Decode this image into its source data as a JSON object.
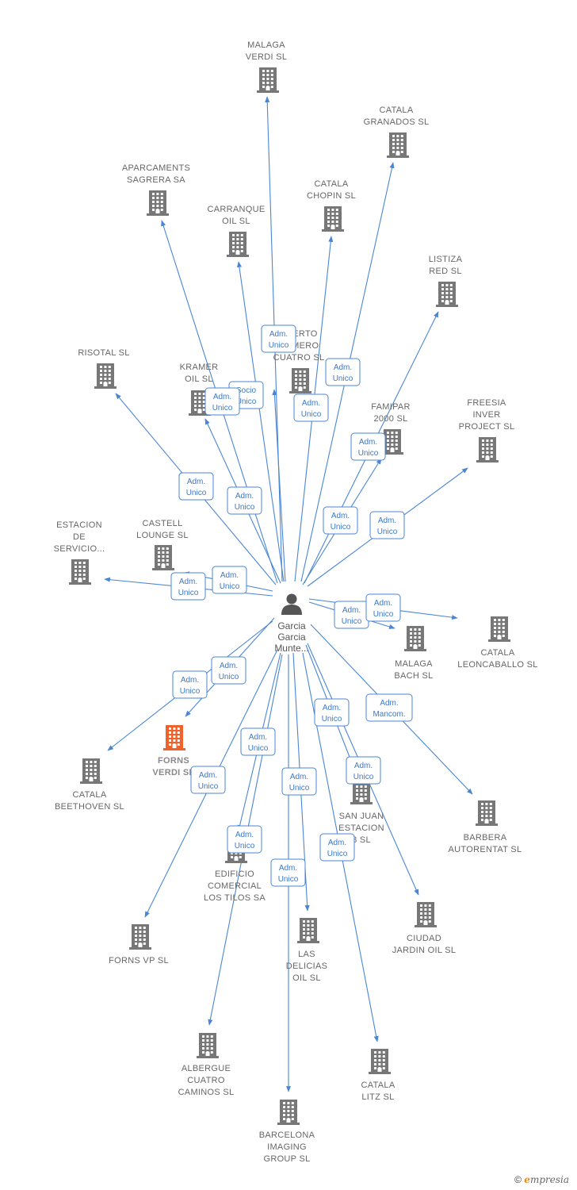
{
  "center": {
    "label_lines": [
      "Garcia",
      "Garcia",
      "Munte..."
    ]
  },
  "nodes": [
    {
      "id": "malaga-verdi",
      "label_lines": [
        "MALAGA",
        "VERDI SL"
      ],
      "highlight": false
    },
    {
      "id": "catala-granados",
      "label_lines": [
        "CATALA",
        "GRANADOS SL"
      ],
      "highlight": false
    },
    {
      "id": "aparcaments-sagrera",
      "label_lines": [
        "APARCAMENTS",
        "SAGRERA SA"
      ],
      "highlight": false
    },
    {
      "id": "catala-chopin",
      "label_lines": [
        "CATALA",
        "CHOPIN  SL"
      ],
      "highlight": false
    },
    {
      "id": "carranque-oil",
      "label_lines": [
        "CARRANQUE",
        "OIL  SL"
      ],
      "highlight": false
    },
    {
      "id": "listiza-red",
      "label_lines": [
        "LISTIZA",
        "RED  SL"
      ],
      "highlight": false
    },
    {
      "id": "puerto-numero-cuatro",
      "label_lines": [
        "PUERTO",
        "NUMERO",
        "CUATRO SL"
      ],
      "highlight": false
    },
    {
      "id": "risotal",
      "label_lines": [
        "RISOTAL SL"
      ],
      "highlight": false
    },
    {
      "id": "kramer-oil",
      "label_lines": [
        "KRAMER",
        "OIL SL"
      ],
      "highlight": false
    },
    {
      "id": "famipar-2000",
      "label_lines": [
        "FAMIPAR",
        "2000 SL"
      ],
      "highlight": false
    },
    {
      "id": "freesia-inver",
      "label_lines": [
        "FREESIA",
        "INVER",
        "PROJECT SL"
      ],
      "highlight": false
    },
    {
      "id": "estacion-servicio",
      "label_lines": [
        "ESTACION",
        "DE",
        "SERVICIO..."
      ],
      "highlight": false
    },
    {
      "id": "castell-lounge",
      "label_lines": [
        "CASTELL",
        "LOUNGE SL"
      ],
      "highlight": false
    },
    {
      "id": "malaga-bach",
      "label_lines": [
        "MALAGA",
        "BACH SL"
      ],
      "highlight": false
    },
    {
      "id": "catala-leoncaballo",
      "label_lines": [
        "CATALA",
        "LEONCABALLO SL"
      ],
      "highlight": false
    },
    {
      "id": "forns-verdi",
      "label_lines": [
        "FORNS",
        "VERDI  SL"
      ],
      "highlight": true
    },
    {
      "id": "catala-beethoven",
      "label_lines": [
        "CATALA",
        "BEETHOVEN SL"
      ],
      "highlight": false
    },
    {
      "id": "san-juan-estacion",
      "label_lines": [
        "SAN JUAN",
        "ESTACION",
        "8  SL"
      ],
      "highlight": false
    },
    {
      "id": "barbera-autorentat",
      "label_lines": [
        "BARBERA",
        "AUTORENTAT SL"
      ],
      "highlight": false
    },
    {
      "id": "edificio-comercial",
      "label_lines": [
        "EDIFICIO",
        "COMERCIAL",
        "LOS TILOS SA"
      ],
      "highlight": false
    },
    {
      "id": "forns-vp",
      "label_lines": [
        "FORNS VP  SL"
      ],
      "highlight": false
    },
    {
      "id": "las-delicias-oil",
      "label_lines": [
        "LAS",
        "DELICIAS",
        "OIL  SL"
      ],
      "highlight": false
    },
    {
      "id": "ciudad-jardin-oil",
      "label_lines": [
        "CIUDAD",
        "JARDIN OIL  SL"
      ],
      "highlight": false
    },
    {
      "id": "albergue-cuatro-caminos",
      "label_lines": [
        "ALBERGUE",
        "CUATRO",
        "CAMINOS SL"
      ],
      "highlight": false
    },
    {
      "id": "catala-litz",
      "label_lines": [
        "CATALA",
        "LITZ SL"
      ],
      "highlight": false
    },
    {
      "id": "barcelona-imaging",
      "label_lines": [
        "BARCELONA",
        "IMAGING",
        "GROUP SL"
      ],
      "highlight": false
    }
  ],
  "edges": [
    {
      "target": "malaga-verdi",
      "label_lines": [
        "Adm.",
        "Unico"
      ]
    },
    {
      "target": "catala-granados",
      "label_lines": [
        "Adm.",
        "Unico"
      ]
    },
    {
      "target": "aparcaments-sagrera",
      "label_lines": [
        "Adm.",
        "Unico"
      ]
    },
    {
      "target": "catala-chopin",
      "label_lines": [
        "Adm.",
        "Unico"
      ]
    },
    {
      "target": "carranque-oil",
      "label_lines": [
        "Adm.",
        "Unico"
      ]
    },
    {
      "target": "listiza-red",
      "label_lines": [
        "Adm.",
        "Unico"
      ]
    },
    {
      "target": "puerto-numero-cuatro",
      "label_lines": [
        "Socio",
        "Único"
      ]
    },
    {
      "target": "risotal",
      "label_lines": [
        "Adm.",
        "Unico"
      ]
    },
    {
      "target": "kramer-oil",
      "label_lines": [
        "Adm.",
        "Unico"
      ]
    },
    {
      "target": "famipar-2000",
      "label_lines": [
        "Adm.",
        "Unico"
      ]
    },
    {
      "target": "freesia-inver",
      "label_lines": [
        "Adm.",
        "Unico"
      ]
    },
    {
      "target": "estacion-servicio",
      "label_lines": [
        "Adm.",
        "Unico"
      ]
    },
    {
      "target": "castell-lounge",
      "label_lines": [
        "Adm.",
        "Unico"
      ]
    },
    {
      "target": "malaga-bach",
      "label_lines": [
        "Adm.",
        "Unico"
      ]
    },
    {
      "target": "catala-leoncaballo",
      "label_lines": [
        "Adm.",
        "Unico"
      ]
    },
    {
      "target": "forns-verdi",
      "label_lines": [
        "Adm.",
        "Unico"
      ]
    },
    {
      "target": "catala-beethoven",
      "label_lines": [
        "Adm.",
        "Unico"
      ]
    },
    {
      "target": "san-juan-estacion",
      "label_lines": [
        "Adm.",
        "Unico"
      ]
    },
    {
      "target": "barbera-autorentat",
      "label_lines": [
        "Adm.",
        "Mancom."
      ]
    },
    {
      "target": "edificio-comercial",
      "label_lines": [
        "Adm.",
        "Unico"
      ]
    },
    {
      "target": "forns-vp",
      "label_lines": [
        "Adm.",
        "Unico"
      ]
    },
    {
      "target": "las-delicias-oil",
      "label_lines": [
        "Adm.",
        "Unico"
      ]
    },
    {
      "target": "ciudad-jardin-oil",
      "label_lines": [
        "Adm.",
        "Unico"
      ]
    },
    {
      "target": "albergue-cuatro-caminos",
      "label_lines": [
        "Adm.",
        "Unico"
      ]
    },
    {
      "target": "catala-litz",
      "label_lines": [
        "Adm.",
        "Unico"
      ]
    },
    {
      "target": "barcelona-imaging",
      "label_lines": [
        "Adm.",
        "Unico"
      ]
    }
  ],
  "colors": {
    "edge": "#4a86d4",
    "node_icon": "#777777",
    "highlight_icon": "#f0622b",
    "center_icon": "#555555"
  },
  "footer": {
    "copyright_symbol": "©",
    "brand_initial": "e",
    "brand_rest": "mpresia"
  }
}
